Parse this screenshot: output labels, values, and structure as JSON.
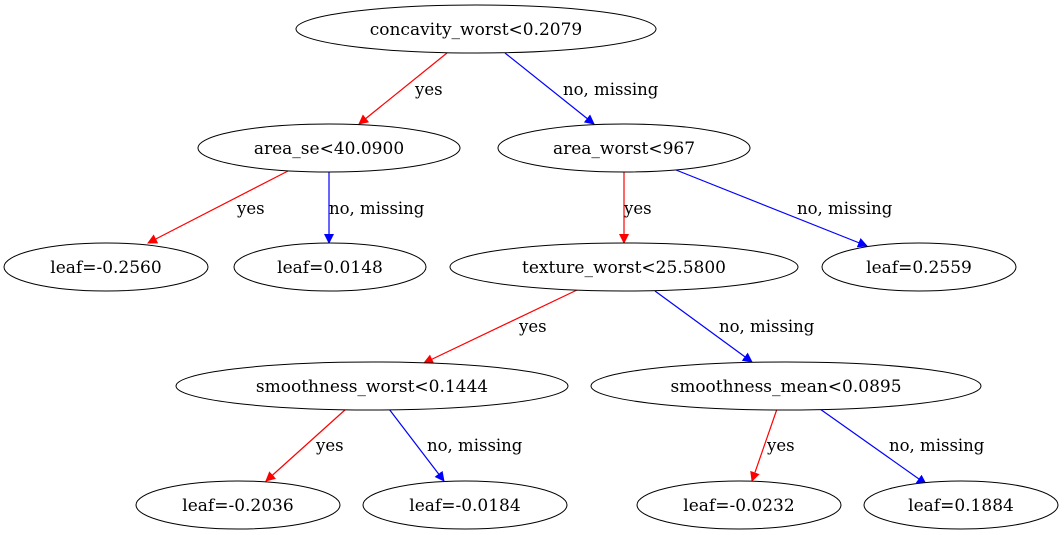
{
  "colors": {
    "yes": "#ff0000",
    "no": "#0000ff",
    "node_stroke": "#000000",
    "background": "#ffffff"
  },
  "nodes": {
    "n0": "concavity_worst<0.2079",
    "n1": "area_se<40.0900",
    "n2": "area_worst<967",
    "n3": "leaf=-0.2560",
    "n4": "leaf=0.0148",
    "n5": "texture_worst<25.5800",
    "n6": "leaf=0.2559",
    "n7": "smoothness_worst<0.1444",
    "n8": "smoothness_mean<0.0895",
    "n9": "leaf=-0.2036",
    "n10": "leaf=-0.0184",
    "n11": "leaf=-0.0232",
    "n12": "leaf=0.1884"
  },
  "edges": [
    {
      "from": "n0",
      "to": "n1",
      "label": "yes",
      "kind": "yes"
    },
    {
      "from": "n0",
      "to": "n2",
      "label": "no, missing",
      "kind": "no"
    },
    {
      "from": "n1",
      "to": "n3",
      "label": "yes",
      "kind": "yes"
    },
    {
      "from": "n1",
      "to": "n4",
      "label": "no, missing",
      "kind": "no"
    },
    {
      "from": "n2",
      "to": "n5",
      "label": "yes",
      "kind": "yes"
    },
    {
      "from": "n2",
      "to": "n6",
      "label": "no, missing",
      "kind": "no"
    },
    {
      "from": "n5",
      "to": "n7",
      "label": "yes",
      "kind": "yes"
    },
    {
      "from": "n5",
      "to": "n8",
      "label": "no, missing",
      "kind": "no"
    },
    {
      "from": "n7",
      "to": "n9",
      "label": "yes",
      "kind": "yes"
    },
    {
      "from": "n7",
      "to": "n10",
      "label": "no, missing",
      "kind": "no"
    },
    {
      "from": "n8",
      "to": "n11",
      "label": "yes",
      "kind": "yes"
    },
    {
      "from": "n8",
      "to": "n12",
      "label": "no, missing",
      "kind": "no"
    }
  ]
}
